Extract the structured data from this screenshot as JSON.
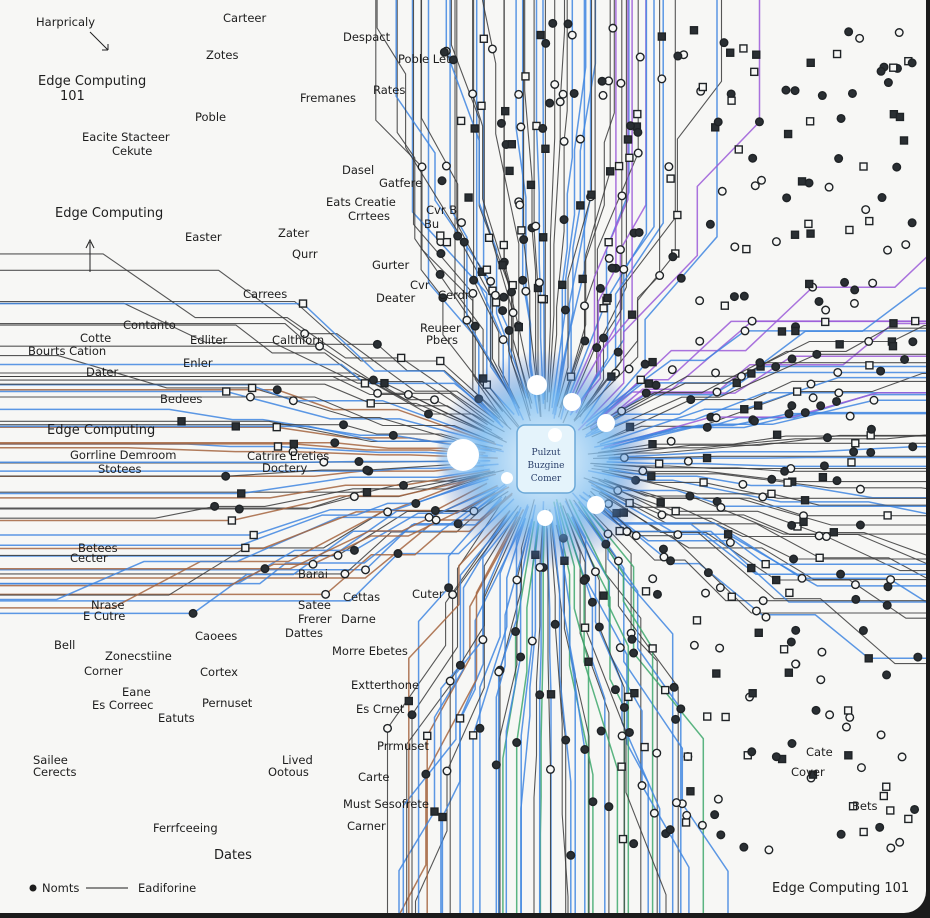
{
  "diagram": {
    "center_label": [
      "Pulzut",
      "Buzgine",
      "Comer"
    ],
    "labels": {
      "harpricaly": "Harpricaly",
      "edge_101_a": "Edge Computing",
      "edge_101_b": "101",
      "poble": "Poble",
      "eacite_a": "Eacite Stacteer",
      "eacite_b": "Cekute",
      "edge_2": "Edge Computing",
      "carteer": "Carteer",
      "zotes": "Zotes",
      "despact": "Despact",
      "poble_let": "Poble Let",
      "rates": "Rates",
      "fremanes": "Fremanes",
      "dasel": "Dasel",
      "gatfere": "Gatfere",
      "eats_a": "Eats Creatie",
      "eats_b": "Crrtees",
      "cvr_b": "Cvr B",
      "bu": "Bu",
      "easter": "Easter",
      "zater": "Zater",
      "qurr": "Qurr",
      "gurter": "Gurter",
      "cvr": "Cvr",
      "cerdr": "Cerdr",
      "carrees": "Carrees",
      "deater": "Deater",
      "reueer": "Reueer",
      "pbers": "Pbers",
      "contanto": "Contanto",
      "cotte": "Cotte",
      "bourts": "Bourts Cation",
      "edliter": "Edliter",
      "calthiorn": "Calthiorn",
      "enler": "Enler",
      "dater": "Dater",
      "bedees": "Bedees",
      "edge_3": "Edge Computing",
      "gorrline_a": "Gorrline Demroom",
      "gorrline_b": "Stotees",
      "catrire_a": "Catrire Ereties",
      "catrire_b": "Doctery",
      "betees": "Betees",
      "cecter": "Cecter",
      "barai": "Barai",
      "cettas": "Cettas",
      "cuter": "Cuter",
      "nrase": "Nrase",
      "e_cutre": "E Cutre",
      "satee": "Satee",
      "frerer": "Frerer",
      "dattes": "Dattes",
      "darne": "Darne",
      "bell": "Bell",
      "caoees": "Caoees",
      "zonecstiine": "Zonecstiine",
      "corner": "Corner",
      "morre": "Morre Ebetes",
      "cortex": "Cortex",
      "eane": "Eane",
      "es_correec": "Es Correec",
      "eatuts": "Eatuts",
      "pernuset": "Pernuset",
      "extterthone": "Extterthone",
      "es_crnet": "Es Crnet",
      "prrmuset": "Prrmuset",
      "sailee_a": "Sailee",
      "sailee_b": "Cerects",
      "lived_a": "Lived",
      "lived_b": "Ootous",
      "carte": "Carte",
      "must": "Must Sesofrete",
      "carner": "Carner",
      "ferrfceeing": "Ferrfceeing",
      "dates": "Dates",
      "cate": "Cate",
      "cover": "Cover",
      "bets": "Bets",
      "edge_bottom": "Edge Computing 101"
    },
    "legend": {
      "dot_label": "Nomts",
      "line_label": "Eadiforine"
    },
    "colors": {
      "trace": "#3a3a3a",
      "copper": "#a5653f",
      "purple": "#9b5bd8",
      "green": "#3ea86c",
      "blue": "#3f86e0",
      "glow": "#dff4ff"
    }
  }
}
